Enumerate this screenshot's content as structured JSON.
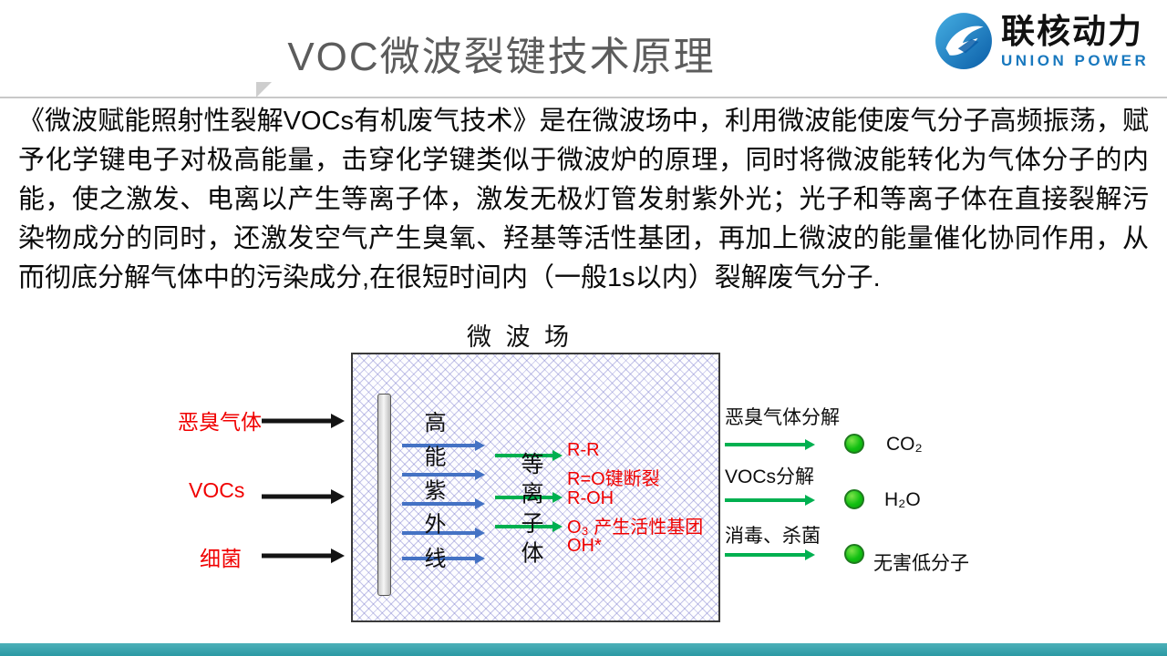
{
  "header": {
    "title": "VOC微波裂键技术原理",
    "logo": {
      "name": "联核动力",
      "subtitle": "UNION POWER"
    }
  },
  "body": {
    "paragraph": "《微波赋能照射性裂解VOCs有机废气技术》是在微波场中，利用微波能使废气分子高频振荡，赋予化学键电子对极高能量，击穿化学键类似于微波炉的原理，同时将微波能转化为气体分子的内能，使之激发、电离以产生等离子体，激发无极灯管发射紫外光；光子和等离子体在直接裂解污染物成分的同时，还激发空气产生臭氧、羟基等活性基团，再加上微波的能量催化协同作用，从而彻底分解气体中的污染成分,在很短时间内（一般1s以内）裂解废气分子."
  },
  "diagram": {
    "field_label": "微 波 场",
    "uv_label": "高能紫外线",
    "plasma_label": "等离子体",
    "inputs": [
      {
        "label": "恶臭气体"
      },
      {
        "label": "VOCs"
      },
      {
        "label": "细菌"
      }
    ],
    "reactions": [
      "R-R",
      "R=O键断裂",
      "R-OH",
      "O₃ 产生活性基团",
      "OH*"
    ],
    "outputs": [
      {
        "label": "恶臭气体分解",
        "product": "CO₂"
      },
      {
        "label": "VOCs分解",
        "product": "H₂O"
      },
      {
        "label": "消毒、杀菌",
        "product": "无害低分子"
      }
    ]
  },
  "colors": {
    "accent_teal": "#2FA0AA",
    "arrow_blue": "#4472C4",
    "arrow_green": "#00B050",
    "text_red": "#F00000",
    "logo_blue": "#1878BE"
  }
}
